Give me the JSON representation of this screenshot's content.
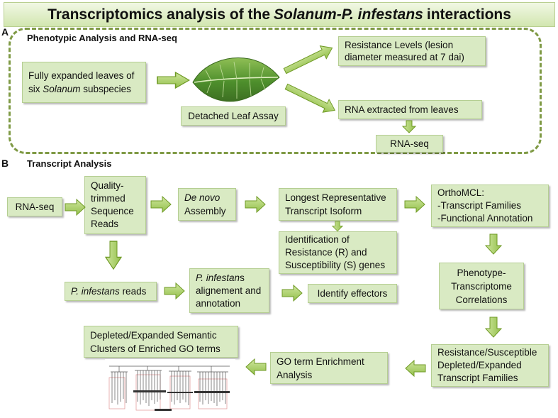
{
  "title": {
    "pre": "Transcriptomics analysis of the ",
    "italic": "Solanum-P. infestans",
    "post": " interactions"
  },
  "panelA": {
    "letter": "A",
    "heading": "Phenotypic Analysis and RNA-seq",
    "leaves_box": {
      "line1": "Fully expanded leaves of",
      "line2_pre": "six ",
      "line2_italic": "Solanum",
      "line2_post": " subspecies"
    },
    "detached_label": "Detached Leaf Assay",
    "resistance_box": {
      "line1": "Resistance Levels (lesion",
      "line2": "diameter measured at 7 dai)"
    },
    "rna_extracted": "RNA extracted from leaves",
    "rnaseq": "RNA-seq"
  },
  "panelB": {
    "letter": "B",
    "heading": "Transcript Analysis",
    "rnaseq": "RNA-seq",
    "quality": {
      "l1": "Quality-",
      "l2": "trimmed",
      "l3": "Sequence",
      "l4": "Reads"
    },
    "denovo": {
      "italic": "De novo",
      "l2": "Assembly"
    },
    "longest": {
      "l1": "Longest Representative",
      "l2": "Transcript Isoform"
    },
    "orthomcl": {
      "l1": "OrthoMCL:",
      "l2": "-Transcript Families",
      "l3": "-Functional Annotation"
    },
    "identification": {
      "l1": "Identification of",
      "l2": "Resistance (R) and",
      "l3": "Susceptibility (S) genes"
    },
    "pinf_reads": {
      "italic": "P. infestans",
      "post": " reads"
    },
    "pinf_align": {
      "italic": "P. infestan",
      "post1": "s",
      "l2": "alignement and",
      "l3": "annotation"
    },
    "effectors": "Identify effectors",
    "phenotype": {
      "l1": "Phenotype-",
      "l2": "Transcriptome",
      "l3": "Correlations"
    },
    "resistance_families": {
      "l1": "Resistance/Susceptible",
      "l2": "Depleted/Expanded",
      "l3": "Transcript Families"
    },
    "go_enrich": {
      "l1": "GO term Enrichment",
      "l2": "Analysis"
    },
    "depleted": {
      "l1": "Depleted/Expanded Semantic",
      "l2": "Clusters of Enriched GO terms"
    }
  },
  "colors": {
    "box_fill": "#d9eac3",
    "box_border": "#b5ce92",
    "arrow_light": "#c6e08f",
    "arrow_dark": "#6f9a25",
    "dashed": "#7f9a45"
  }
}
